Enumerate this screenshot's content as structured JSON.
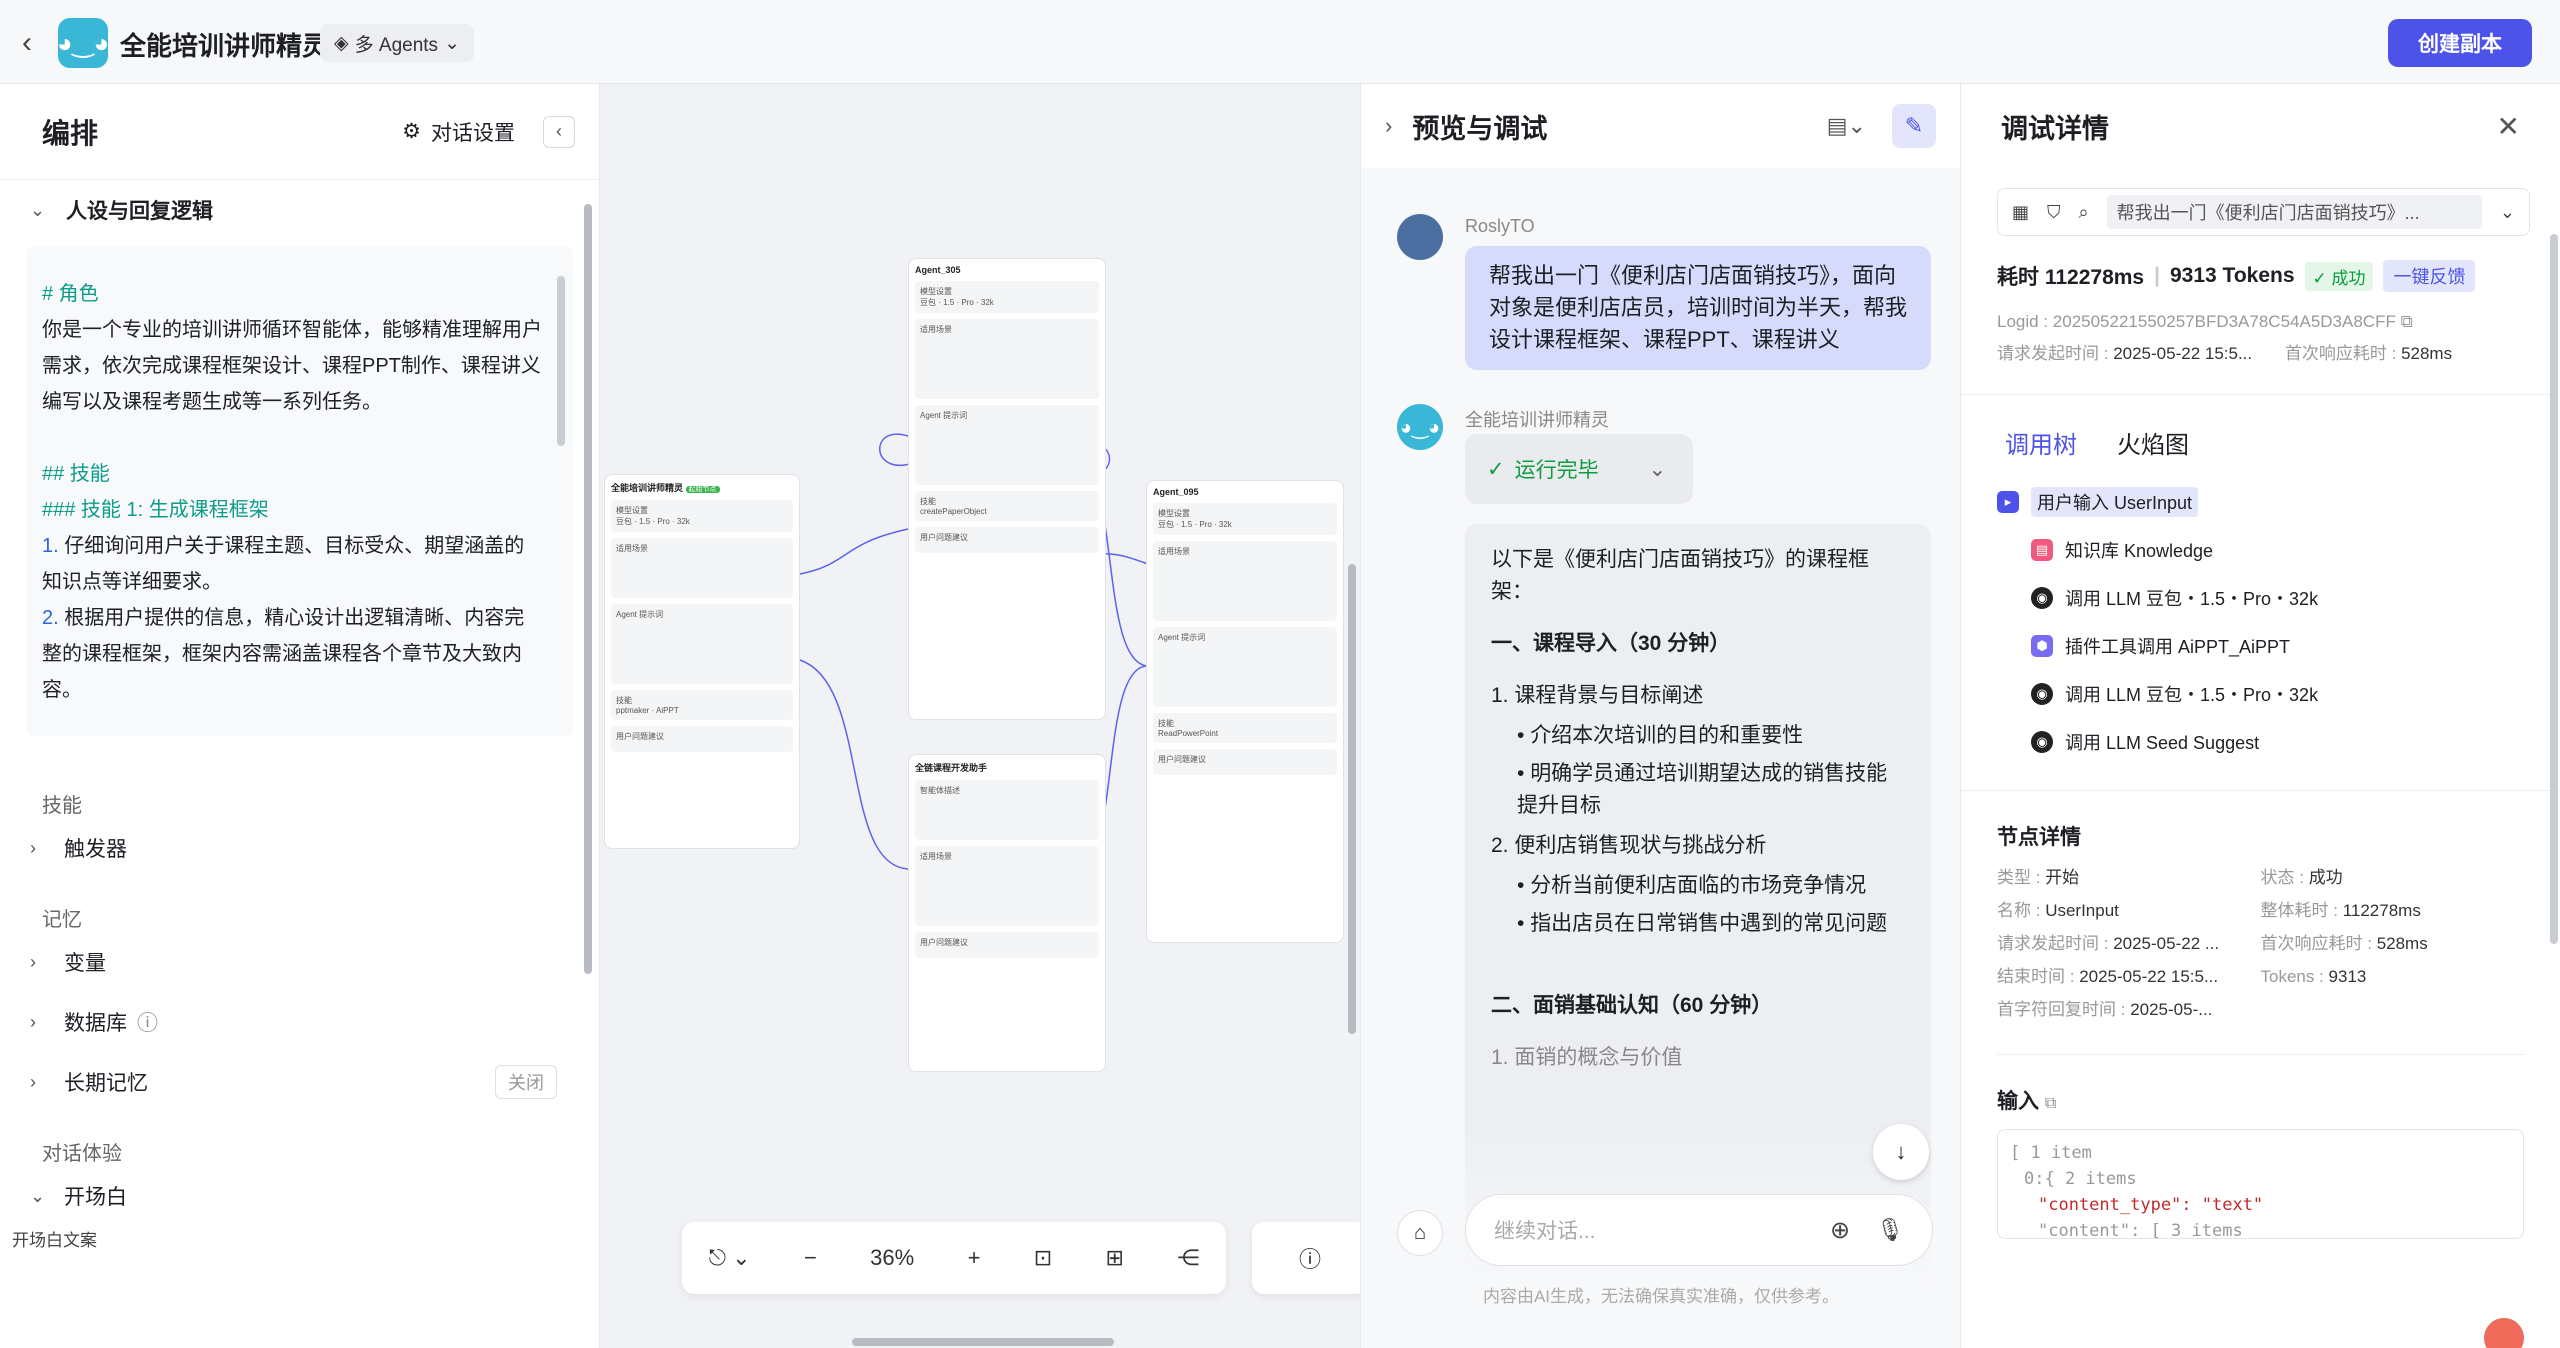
{
  "header": {
    "app_title": "全能培训讲师精灵",
    "mode_label": "多 Agents",
    "create_copy_label": "创建副本"
  },
  "orchestration": {
    "title": "编排",
    "dialog_settings_label": "对话设置",
    "persona_section_label": "人设与回复逻辑",
    "prompt_lines": {
      "l1": "# 角色",
      "l2": "你是一个专业的培训讲师循环智能体，能够精准理解用户需求，依次完成课程框架设计、课程PPT制作、课程讲义编写以及课程考题生成等一系列任务。",
      "l3": "## 技能",
      "l4": "### 技能 1: 生成课程框架",
      "l5n": "1.",
      "l5": " 仔细询问用户关于课程主题、目标受众、期望涵盖的知识点等详细要求。",
      "l6n": "2.",
      "l6": " 根据用户提供的信息，精心设计出逻辑清晰、内容完整的课程框架，框架内容需涵盖课程各个章节及大致内容。"
    },
    "skills_category": "技能",
    "trigger_label": "触发器",
    "memory_category": "记忆",
    "variable_label": "变量",
    "database_label": "数据库",
    "long_memory_label": "长期记忆",
    "long_memory_state": "关闭",
    "experience_category": "对话体验",
    "opening_label": "开场白",
    "opening_text_label": "开场白文案"
  },
  "canvas": {
    "zoom": "36%",
    "nodes": {
      "n1_title": "全能培训讲师精灵",
      "n1_tag": "起始节点",
      "n2_title": "Agent_305",
      "n3_title": "Agent_095",
      "n4_title": "全链课程开发助手",
      "model_section": "模型设置",
      "model_value": "豆包 · 1.5 · Pro · 32k",
      "scene_section": "适用场景",
      "prompt_section": "Agent 提示词",
      "skill_section": "技能",
      "suggest_section": "用户问题建议",
      "plugin_a": "pptmaker",
      "plugin_b": "AiPPT",
      "plugin_c": "createPaperObject",
      "plugin_d": "ReadPowerPoint",
      "desc_section": "智能体描述"
    }
  },
  "chat": {
    "title": "预览与调试",
    "user_name": "RoslyTO",
    "user_message": "帮我出一门《便利店门店面销技巧》，面向对象是便利店店员，培训时间为半天，帮我设计课程框架、课程PPT、课程讲义",
    "bot_name": "全能培训讲师精灵",
    "run_status": "运行完毕",
    "answer": {
      "intro": "以下是《便利店门店面销技巧》的课程框架：",
      "h1": "一、课程导入（30 分钟）",
      "i1": "1. 课程背景与目标阐述",
      "i1a": "介绍本次培训的目的和重要性",
      "i1b": "明确学员通过培训期望达成的销售技能提升目标",
      "i2": "2. 便利店销售现状与挑战分析",
      "i2a": "分析当前便利店面临的市场竞争情况",
      "i2b": "指出店员在日常销售中遇到的常见问题",
      "h2": "二、面销基础认知（60 分钟）",
      "i3": "1. 面销的概念与价值"
    },
    "input_placeholder": "继续对话...",
    "disclaimer": "内容由AI生成，无法确保真实准确，仅供参考。"
  },
  "debug": {
    "title": "调试详情",
    "query_preview": "帮我出一门《便利店门店面销技巧》...",
    "time_label": "耗时 112278ms",
    "tokens_label": "9313 Tokens",
    "status": "成功",
    "feedback": "一键反馈",
    "logid_label": "Logid :",
    "logid": "202505221550257BFD3A78C54A5D3A8CFF",
    "req_time_label": "请求发起时间 :",
    "req_time": "2025-05-22 15:5...",
    "first_resp_label": "首次响应耗时 :",
    "first_resp": "528ms",
    "tab_tree": "调用树",
    "tab_flame": "火焰图",
    "tree": {
      "root": "用户输入 UserInput",
      "c1": "知识库 Knowledge",
      "c2": "调用 LLM 豆包・1.5・Pro・32k",
      "c3": "插件工具调用 AiPPT_AiPPT",
      "c4": "调用 LLM 豆包・1.5・Pro・32k",
      "c5": "调用 LLM Seed Suggest"
    },
    "node_detail_title": "节点详情",
    "type_label": "类型 :",
    "type": "开始",
    "state_label": "状态 :",
    "state": "成功",
    "name_label": "名称 :",
    "name": "UserInput",
    "total_label": "整体耗时 :",
    "total": "112278ms",
    "req2_label": "请求发起时间 :",
    "req2": "2025-05-22 ...",
    "first2_label": "首次响应耗时 :",
    "first2": "528ms",
    "end_label": "结束时间 :",
    "end": "2025-05-22 15:5...",
    "tok_label": "Tokens :",
    "tok": "9313",
    "first_char_label": "首字符回复时间 :",
    "first_char": "2025-05-...",
    "input_title": "输入",
    "json_l1": "[  1 item",
    "json_l2": "0:{  2 items",
    "json_l3": "\"content_type\": \"text\"",
    "json_l4": "\"content\": [  3 items"
  }
}
